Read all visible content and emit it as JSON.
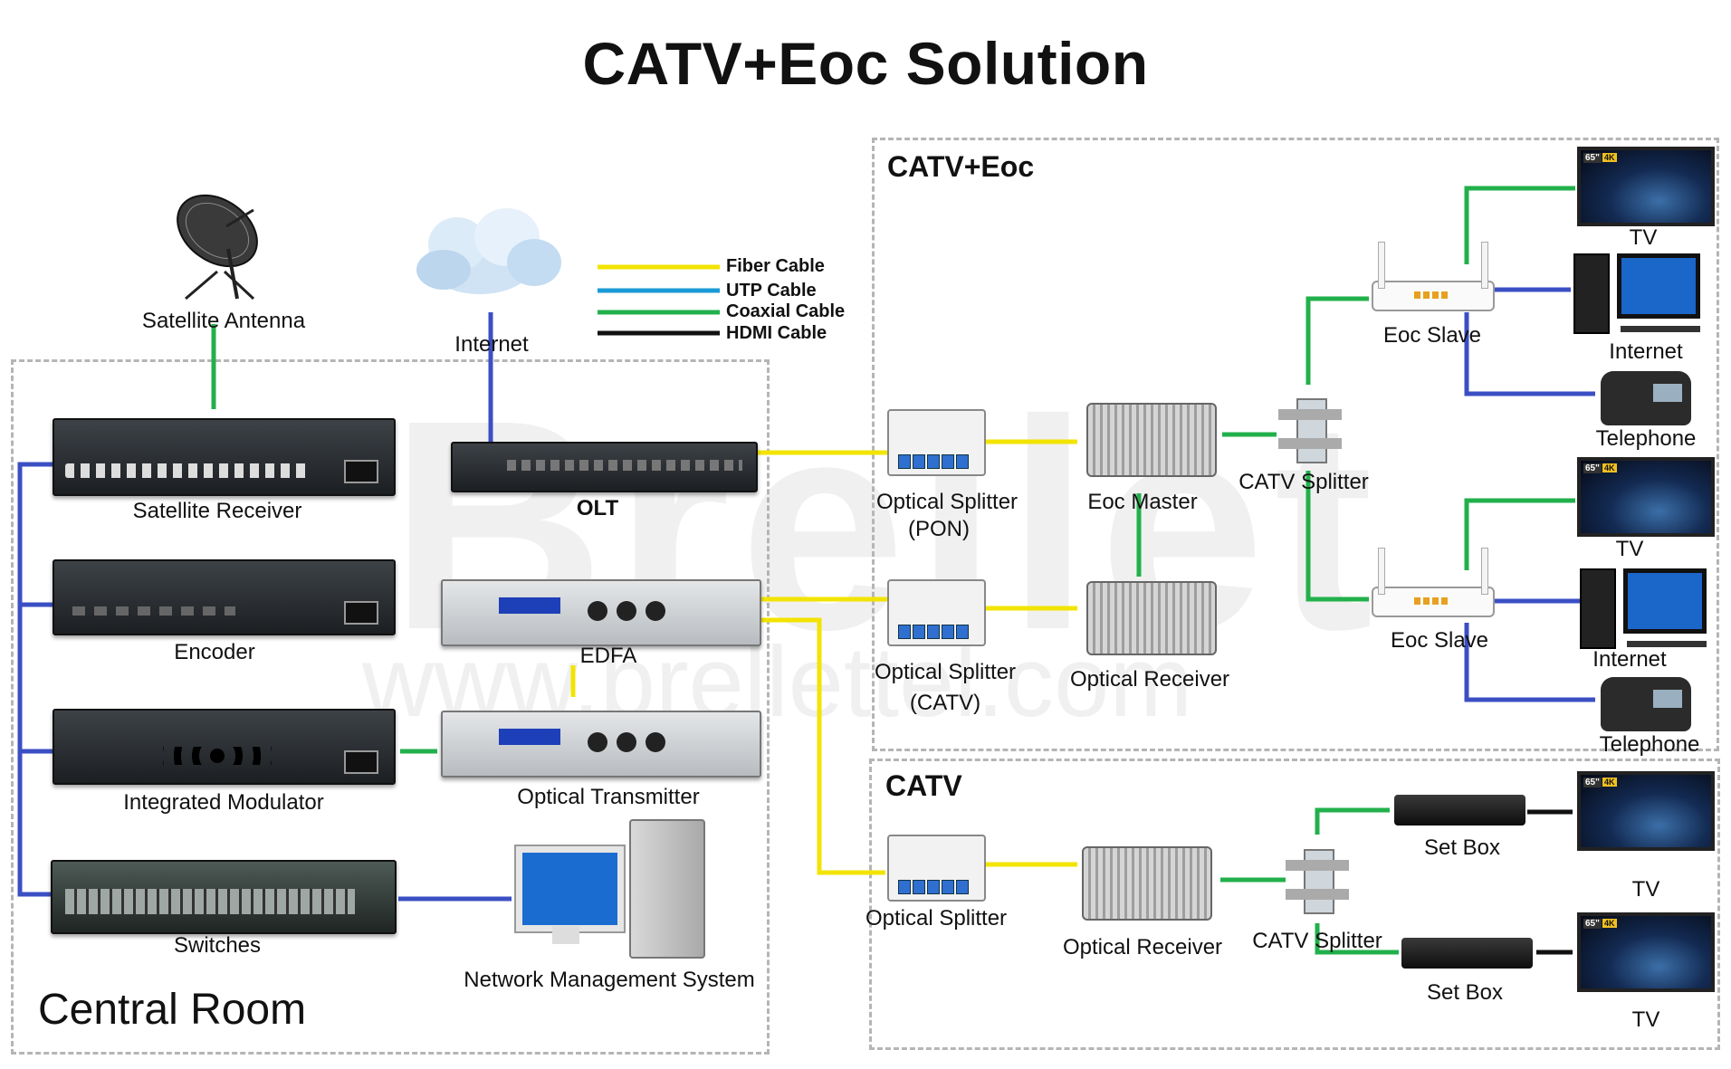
{
  "title": "CATV+Eoc Solution",
  "watermark": {
    "brand": "Brellet",
    "url": "www.brellettel.com"
  },
  "zones": {
    "central_room": "Central Room",
    "catv_eoc": "CATV+Eoc",
    "catv": "CATV"
  },
  "legend": [
    {
      "label": "Fiber Cable",
      "color": "#f2e400"
    },
    {
      "label": "UTP Cable",
      "color": "#1a9ad6"
    },
    {
      "label": "Coaxial Cable",
      "color": "#22b04b"
    },
    {
      "label": "HDMI Cable",
      "color": "#111111"
    }
  ],
  "colors": {
    "fiber": "#f2e400",
    "utp": "#1a9ad6",
    "coax": "#22b04b",
    "hdmi": "#111111",
    "ethernet": "#3b4fc4"
  },
  "central": {
    "satellite_antenna": "Satellite Antenna",
    "internet": "Internet",
    "satellite_receiver": "Satellite Receiver",
    "olt": "OLT",
    "encoder": "Encoder",
    "edfa": "EDFA",
    "integrated_modulator": "Integrated Modulator",
    "optical_transmitter": "Optical Transmitter",
    "switches": "Switches",
    "nms": "Network Management System"
  },
  "catv_eoc": {
    "optical_splitter_pon_1": "Optical Splitter",
    "optical_splitter_pon_2": "(PON)",
    "optical_splitter_catv_1": "Optical Splitter",
    "optical_splitter_catv_2": "(CATV)",
    "eoc_master": "Eoc Master",
    "optical_receiver": "Optical Receiver",
    "catv_splitter": "CATV Splitter",
    "eoc_slave_1": "Eoc Slave",
    "eoc_slave_2": "Eoc Slave",
    "tv_1": "TV",
    "internet_1": "Internet",
    "telephone_1": "Telephone",
    "tv_2": "TV",
    "internet_2": "Internet",
    "telephone_2": "Telephone"
  },
  "catv": {
    "optical_splitter": "Optical Splitter",
    "optical_receiver": "Optical Receiver",
    "catv_splitter": "CATV Splitter",
    "set_box_1": "Set Box",
    "set_box_2": "Set Box",
    "tv_1": "TV",
    "tv_2": "TV"
  },
  "tv_badges": {
    "size": "65\"",
    "res": "4K"
  }
}
